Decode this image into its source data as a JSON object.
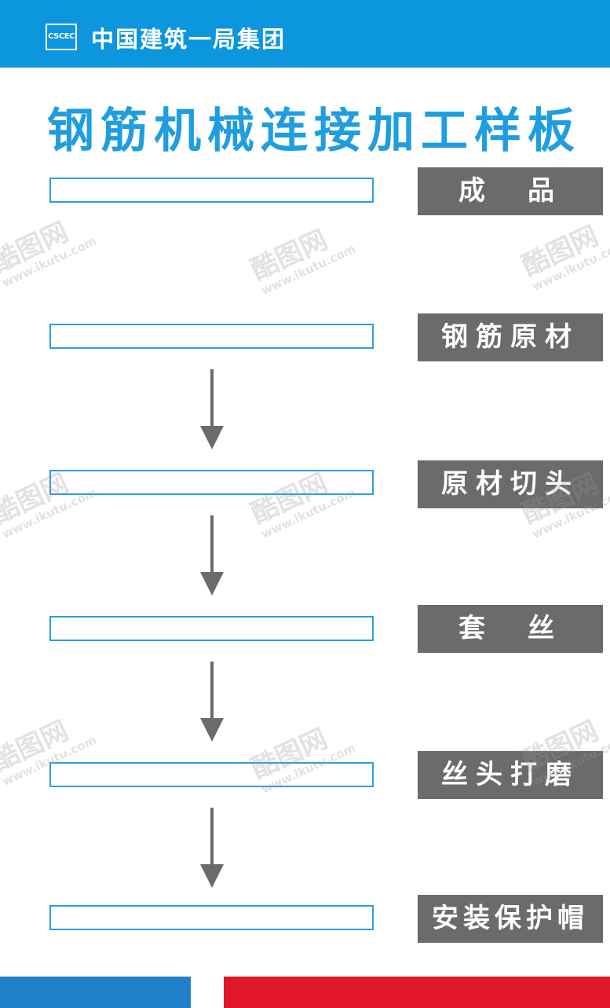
{
  "header": {
    "logo_text": "CSCEC",
    "company": "中国建筑一局集团"
  },
  "title": "钢筋机械连接加工样板",
  "steps": [
    {
      "label": "成　品"
    },
    {
      "label": "钢筋原材"
    },
    {
      "label": "原材切头"
    },
    {
      "label": "套　丝"
    },
    {
      "label": "丝头打磨"
    },
    {
      "label": "安装保护帽"
    }
  ],
  "watermark": {
    "brand": "酷图网",
    "url": "www.ikutu.com"
  },
  "colors": {
    "header_bg": "#0b96dd",
    "title": "#1e9ee0",
    "box_border": "#2a9fdc",
    "label_bg": "#6b6b6b",
    "arrow": "#6b6b6b",
    "footer_blue": "#1f7fc9",
    "footer_red": "#e0172b"
  }
}
